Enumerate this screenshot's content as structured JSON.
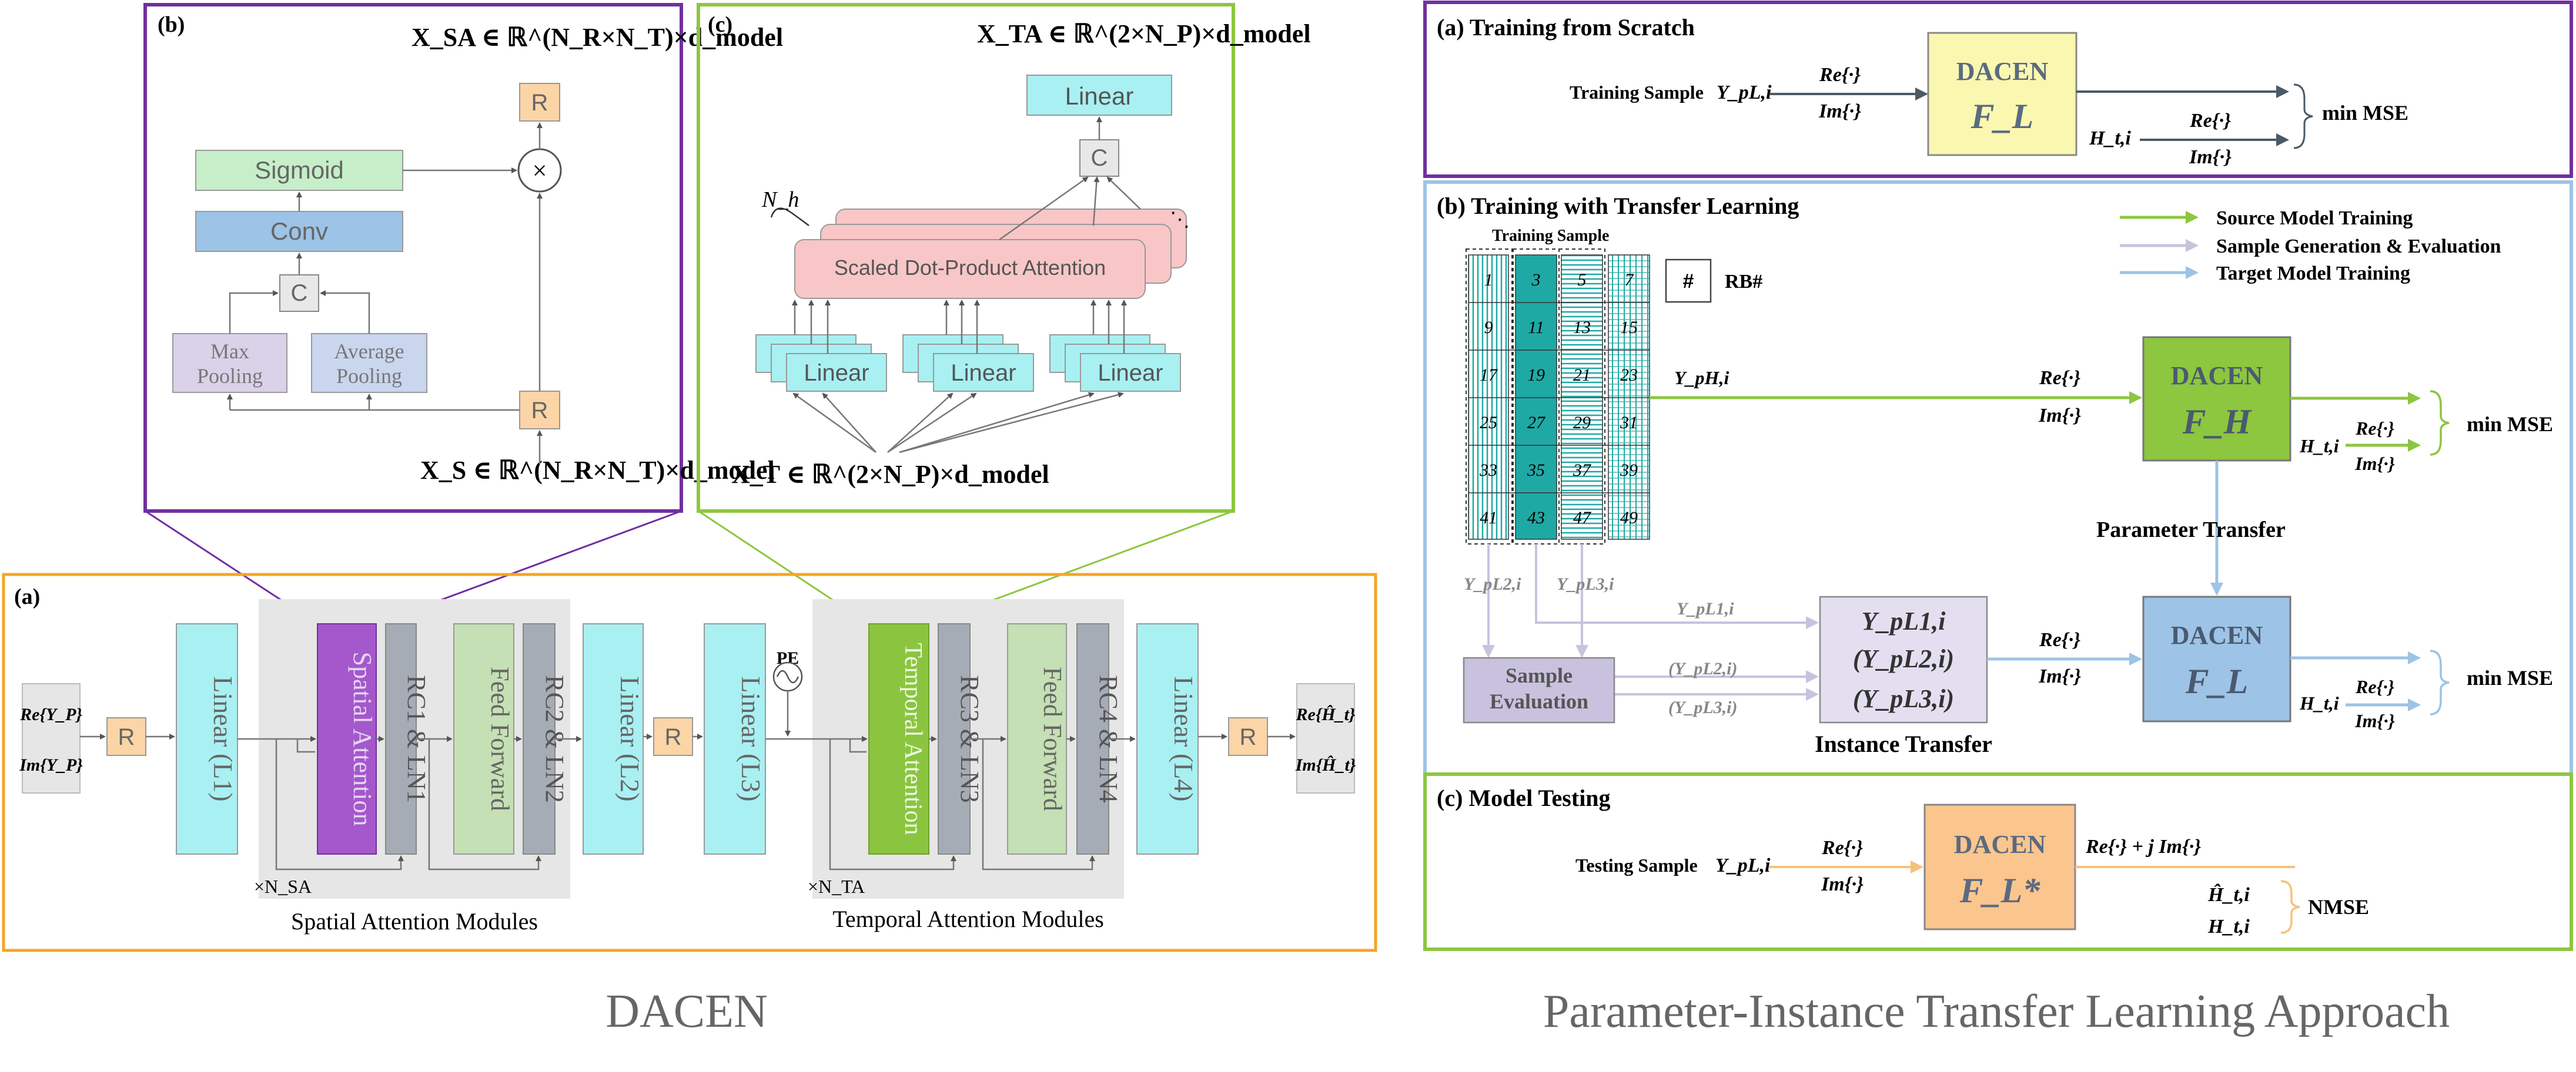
{
  "left": {
    "caption": "DACEN",
    "panel_b": {
      "tag": "(b)",
      "out_label": "X_SA ∈ ℝ^(N_R×N_T)×d_model",
      "in_label": "X_S ∈ ℝ^(N_R×N_T)×d_model",
      "sigmoid": "Sigmoid",
      "conv": "Conv",
      "concat": "C",
      "max_pool": [
        "Max",
        "Pooling"
      ],
      "avg_pool": [
        "Average",
        "Pooling"
      ],
      "reshape": "R",
      "multiply": "×"
    },
    "panel_c": {
      "tag": "(c)",
      "out_label": "X_TA ∈ ℝ^(2×N_P)×d_model",
      "in_label": "X_T ∈ ℝ^(2×N_P)×d_model",
      "linear": "Linear",
      "concat": "C",
      "attention": "Scaled Dot-Product Attention",
      "heads": "N_h"
    },
    "panel_a": {
      "tag": "(a)",
      "input_re": "Re{Y_P}",
      "input_im": "Im{Y_P}",
      "output_re": "Re{Ĥ_t}",
      "output_im": "Im{Ĥ_t}",
      "reshape": "R",
      "pe": "PE",
      "blocks": [
        "Linear (L1)",
        "Spatial Attention",
        "RC1 & LN1",
        "Feed Forward",
        "RC2 & LN2",
        "Linear (L2)",
        "Linear (L3)",
        "Temporal Attention",
        "RC3 & LN3",
        "Feed Forward",
        "RC4 & LN4",
        "Linear (L4)"
      ],
      "spatial_repeat": "×N_SA",
      "temporal_repeat": "×N_TA",
      "spatial_modules": "Spatial Attention Modules",
      "temporal_modules": "Temporal Attention Modules"
    }
  },
  "right": {
    "caption": "Parameter-Instance Transfer Learning Approach",
    "section_a": {
      "title": "(a) Training from Scratch",
      "sample_label": "Training Sample",
      "sample_var": "Y_pL,i",
      "re": "Re{·}",
      "im": "Im{·}",
      "model_name": "DACEN",
      "model_sym": "F_L",
      "h_label": "H_t,i",
      "result": "min MSE"
    },
    "section_b": {
      "title": "(b) Training with Transfer Learning",
      "training_sample": "Training Sample",
      "rb_box": "#",
      "rb_label": "RB#",
      "grid": [
        [
          "1",
          "3",
          "5",
          "7"
        ],
        [
          "9",
          "11",
          "13",
          "15"
        ],
        [
          "17",
          "19",
          "21",
          "23"
        ],
        [
          "25",
          "27",
          "29",
          "31"
        ],
        [
          "33",
          "35",
          "37",
          "39"
        ],
        [
          "41",
          "43",
          "47",
          "49"
        ]
      ],
      "legend": [
        "Source Model Training",
        "Sample Generation & Evaluation",
        "Target Model Training"
      ],
      "y_ph": "Y_pH,i",
      "y_pl2": "Y_pL2,i",
      "y_pl3": "Y_pL3,i",
      "y_pl1": "Y_pL1,i",
      "paren_pl2": "(Y_pL2,i)",
      "paren_pl3": "(Y_pL3,i)",
      "sample_eval": [
        "Sample",
        "Evaluation"
      ],
      "instance_box": [
        "Y_pL1,i",
        "(Y_pL2,i)",
        "(Y_pL3,i)"
      ],
      "instance_transfer": "Instance Transfer",
      "parameter_transfer": "Parameter Transfer",
      "model_h": "DACEN",
      "model_h_sym": "F_H",
      "model_l": "DACEN",
      "model_l_sym": "F_L",
      "re": "Re{·}",
      "im": "Im{·}",
      "h_label": "H_t,i",
      "result": "min MSE"
    },
    "section_c": {
      "title": "(c) Model Testing",
      "sample_label": "Testing Sample",
      "sample_var": "Y_pL,i",
      "re": "Re{·}",
      "im": "Im{·}",
      "model_name": "DACEN",
      "model_sym": "F_L*",
      "out_expr": "Re{·} + j Im{·}",
      "h_hat": "Ĥ_t,i",
      "h_true": "H_t,i",
      "result": "NMSE"
    },
    "colors": {
      "purple": "#7030A0",
      "green": "#8DC63F",
      "lightblue": "#9DC3E6",
      "lavender": "#C9C2DE",
      "orange": "#F5A623",
      "teal": "#1FA9A5"
    }
  }
}
